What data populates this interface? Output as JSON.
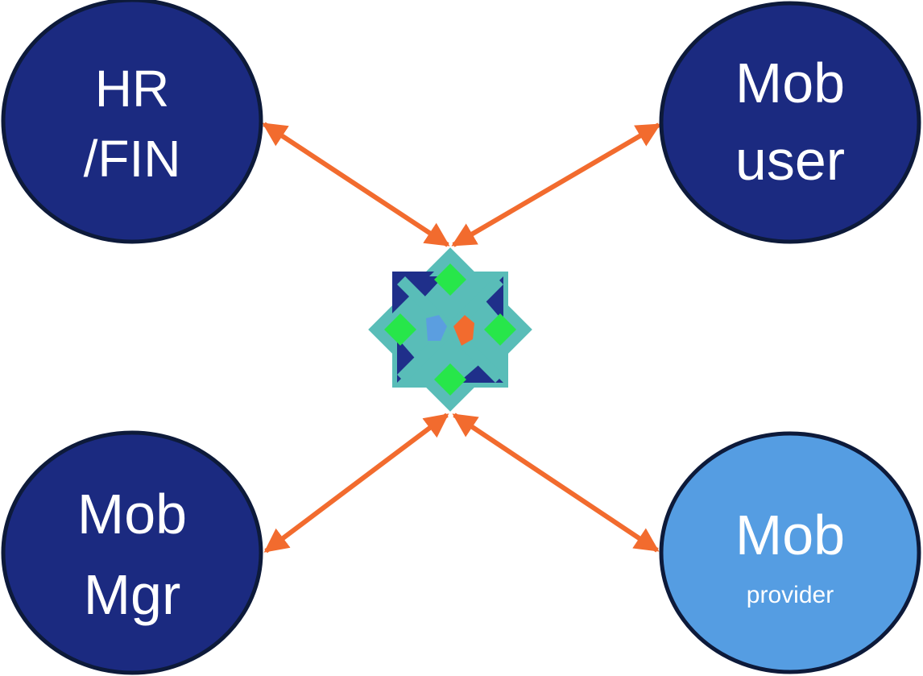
{
  "nodes": {
    "hr_fin": {
      "line1": "HR",
      "line2": "/FIN",
      "fill": "#1b2a80"
    },
    "mob_user": {
      "line1": "Mob",
      "line2": "user",
      "fill": "#1b2a80"
    },
    "mob_mgr": {
      "line1": "Mob",
      "line2": "Mgr",
      "fill": "#1b2a80"
    },
    "mob_provider": {
      "line1": "Mob",
      "line2": "provider",
      "fill": "#559de2"
    }
  },
  "colors": {
    "node_border": "#0d1a3a",
    "arrow": "#f26b2e",
    "hub_teal": "#59bdb8",
    "hub_navy": "#1f2f8a",
    "hub_green": "#27e64a",
    "hub_blue": "#5b9ee0",
    "hub_orange": "#f26b2e"
  },
  "hub": {
    "icon": "star-logo-icon"
  }
}
